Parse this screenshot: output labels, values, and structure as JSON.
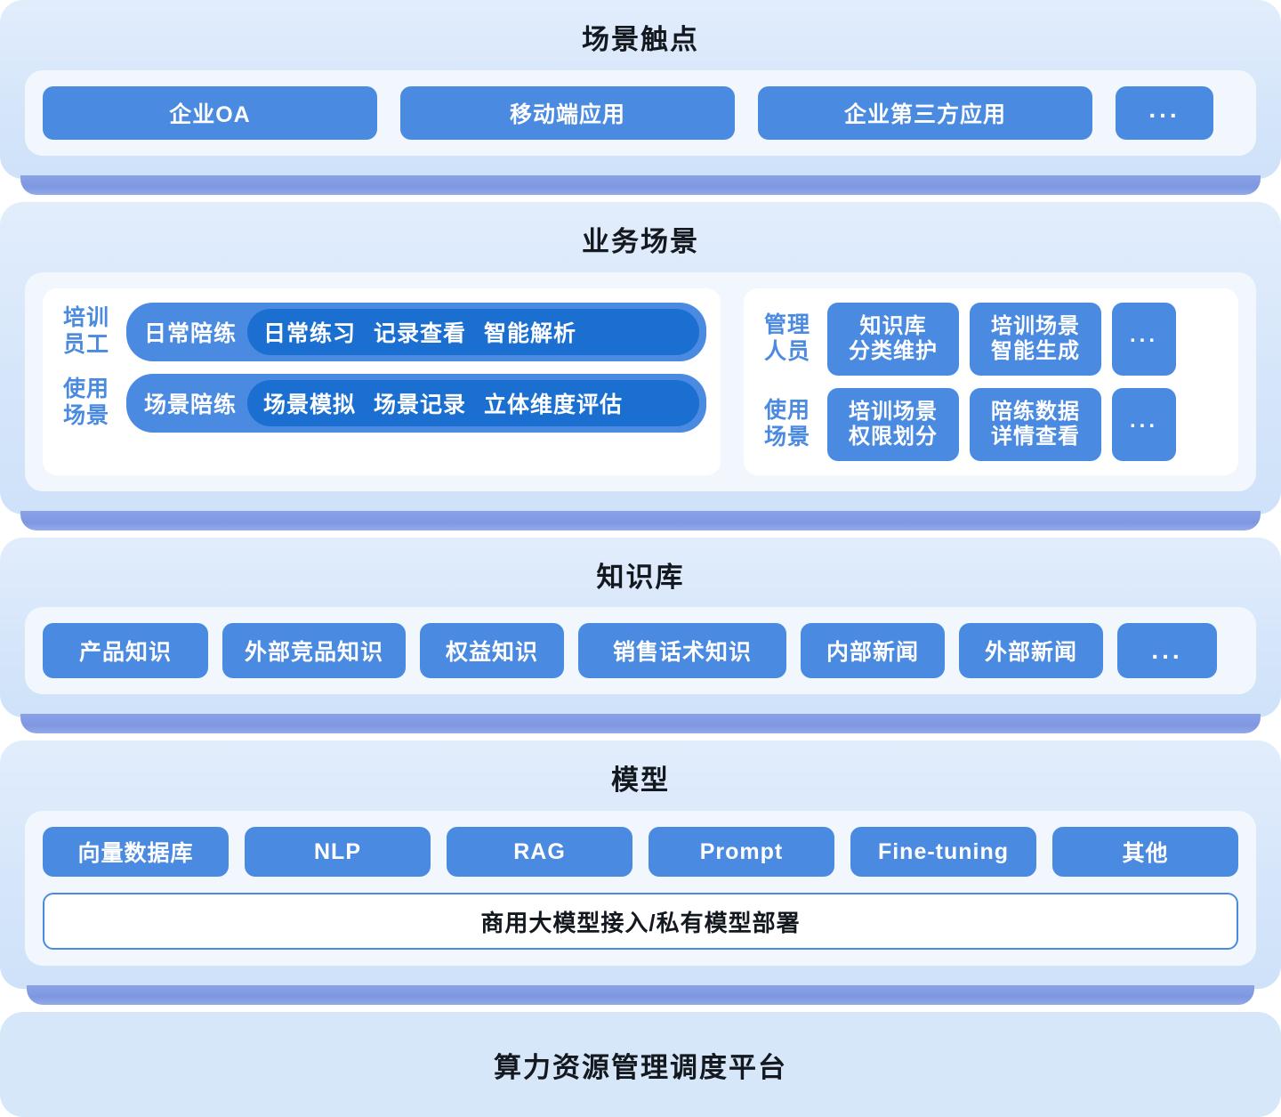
{
  "theme": {
    "chip_blue": "#4a8ae0",
    "chip_blue_dark": "#1a6fd0",
    "layer_bg": "#d6e6fa",
    "panel_bg": "#f2f7fe",
    "plate_purple": "#7e97e2",
    "text_dark": "#14181f",
    "text_white": "#ffffff"
  },
  "layers": [
    {
      "id": "touchpoints",
      "title": "场景触点",
      "items": [
        {
          "label": "企业OA"
        },
        {
          "label": "移动端应用"
        },
        {
          "label": "企业第三方应用"
        },
        {
          "label": "..."
        }
      ]
    },
    {
      "id": "business-scenarios",
      "title": "业务场景",
      "left_card": {
        "rows": [
          {
            "label": "培训\n员工",
            "head": "日常陪练",
            "items": [
              "日常练习",
              "记录查看",
              "智能解析"
            ]
          },
          {
            "label": "使用\n场景",
            "head": "场景陪练",
            "items": [
              "场景模拟",
              "场景记录",
              "立体维度评估"
            ]
          }
        ]
      },
      "right_card": {
        "rows": [
          {
            "label": "管理\n人员",
            "items": [
              "知识库\n分类维护",
              "培训场景\n智能生成",
              "..."
            ]
          },
          {
            "label": "使用\n场景",
            "items": [
              "培训场景\n权限划分",
              "陪练数据\n详情查看",
              "..."
            ]
          }
        ]
      }
    },
    {
      "id": "knowledge-base",
      "title": "知识库",
      "items": [
        {
          "label": "产品知识"
        },
        {
          "label": "外部竞品知识"
        },
        {
          "label": "权益知识"
        },
        {
          "label": "销售话术知识"
        },
        {
          "label": "内部新闻"
        },
        {
          "label": "外部新闻"
        },
        {
          "label": "..."
        }
      ]
    },
    {
      "id": "model",
      "title": "模型",
      "items": [
        {
          "label": "向量数据库"
        },
        {
          "label": "NLP"
        },
        {
          "label": "RAG"
        },
        {
          "label": "Prompt"
        },
        {
          "label": "Fine-tuning"
        },
        {
          "label": "其他"
        }
      ],
      "footer": "商用大模型接入/私有模型部署"
    },
    {
      "id": "compute-platform",
      "title": "算力资源管理调度平台"
    }
  ]
}
